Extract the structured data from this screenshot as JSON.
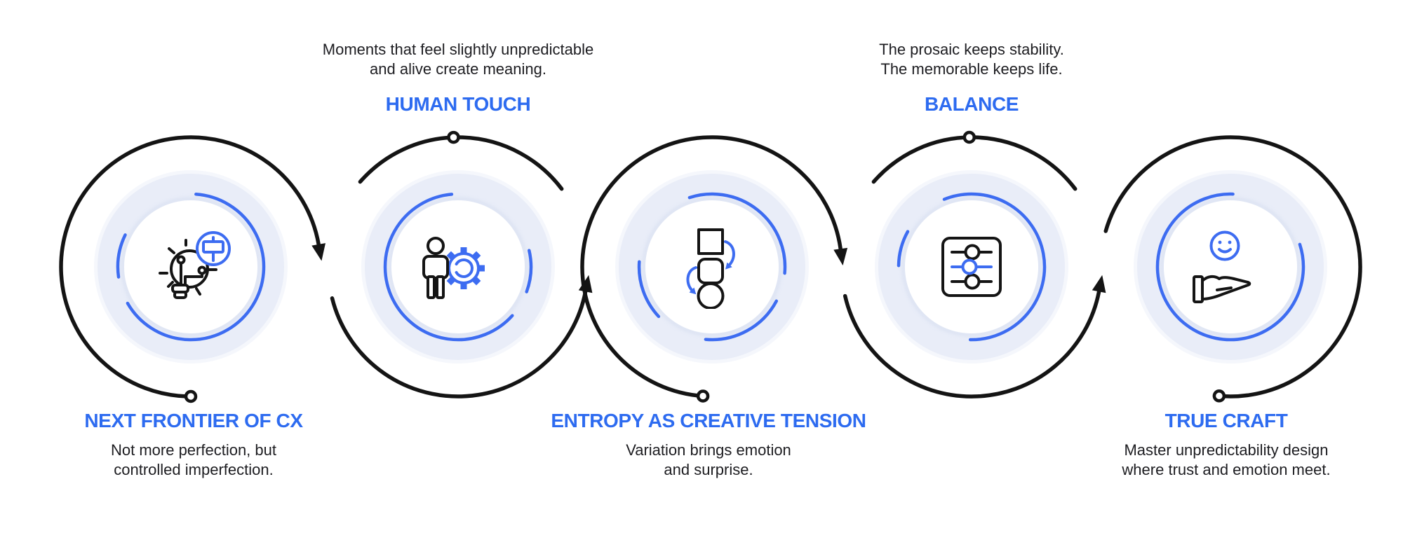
{
  "diagram": {
    "type": "process-flow",
    "step_count": 5
  },
  "palette": {
    "accent_blue": "#2d6bf0",
    "arc_blue": "#3d6cf1",
    "line_black": "#141414",
    "ring_lavender": "#e9edf8",
    "ring_shadow": "#c7d2ea",
    "text_dark": "#1d1d21",
    "background": "#ffffff"
  },
  "steps": [
    {
      "title": "NEXT FRONTIER OF CX",
      "description": "Not more perfection, but\ncontrolled imperfection.",
      "label_position": "bottom",
      "icon": "idea-lightbulb-icon"
    },
    {
      "title": "HUMAN TOUCH",
      "description": "Moments that feel slightly unpredictable\nand alive create meaning.",
      "label_position": "top",
      "icon": "person-gear-icon"
    },
    {
      "title": "ENTROPY AS CREATIVE TENSION",
      "description": "Variation brings emotion\nand surprise.",
      "label_position": "bottom",
      "icon": "shuffle-shapes-icon"
    },
    {
      "title": "BALANCE",
      "description": "The prosaic keeps stability.\nThe memorable keeps life.",
      "label_position": "top",
      "icon": "sliders-icon"
    },
    {
      "title": "TRUE CRAFT",
      "description": "Master unpredictability design\nwhere trust and emotion meet.",
      "label_position": "bottom",
      "icon": "hand-smiley-icon"
    }
  ]
}
